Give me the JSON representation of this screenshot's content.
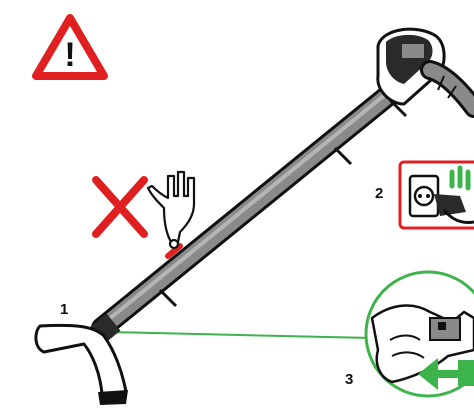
{
  "steps": [
    {
      "number": "1"
    },
    {
      "number": "2"
    },
    {
      "number": "3"
    }
  ],
  "warning": {
    "symbol": "!"
  },
  "colors": {
    "warning_red": "#e02020",
    "wand_gray": "#8a8a8a",
    "wand_dark": "#2a2a2a",
    "accent_green": "#3cb44b",
    "ink": "#111111"
  },
  "icons": [
    "warning-triangle-icon",
    "prohibited-x-icon",
    "hand-icon",
    "plug-icon",
    "arrow-icon"
  ]
}
